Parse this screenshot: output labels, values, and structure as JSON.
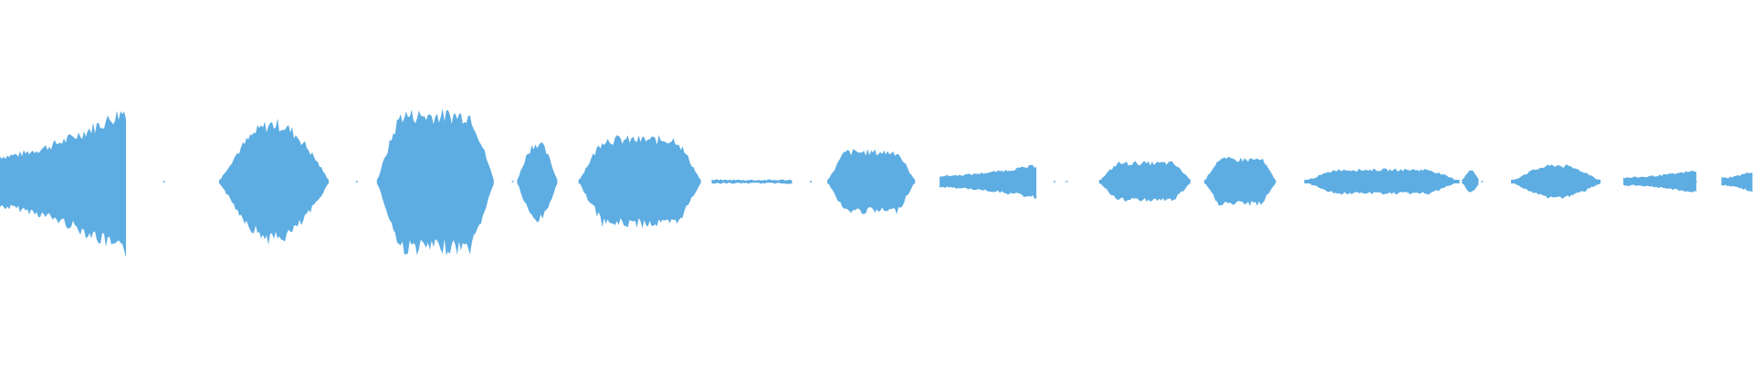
{
  "waveform": {
    "color": "#5dade2",
    "style": "mirrored amplitude envelope",
    "segments": [
      {
        "start": 0.0,
        "end": 0.072,
        "peak": 0.98,
        "shape": "rise"
      },
      {
        "start": 0.125,
        "end": 0.188,
        "peak": 0.78,
        "shape": "bell"
      },
      {
        "start": 0.215,
        "end": 0.282,
        "peak": 0.9,
        "shape": "plateau"
      },
      {
        "start": 0.295,
        "end": 0.318,
        "peak": 0.52,
        "shape": "bell"
      },
      {
        "start": 0.33,
        "end": 0.4,
        "peak": 0.57,
        "shape": "plateau"
      },
      {
        "start": 0.406,
        "end": 0.452,
        "peak": 0.02,
        "shape": "flat"
      },
      {
        "start": 0.472,
        "end": 0.522,
        "peak": 0.4,
        "shape": "plateau"
      },
      {
        "start": 0.536,
        "end": 0.592,
        "peak": 0.22,
        "shape": "rise"
      },
      {
        "start": 0.627,
        "end": 0.68,
        "peak": 0.25,
        "shape": "plateau"
      },
      {
        "start": 0.687,
        "end": 0.728,
        "peak": 0.3,
        "shape": "plateau"
      },
      {
        "start": 0.744,
        "end": 0.833,
        "peak": 0.16,
        "shape": "plateau"
      },
      {
        "start": 0.834,
        "end": 0.844,
        "peak": 0.15,
        "shape": "bell"
      },
      {
        "start": 0.862,
        "end": 0.914,
        "peak": 0.22,
        "shape": "bell"
      },
      {
        "start": 0.926,
        "end": 0.968,
        "peak": 0.15,
        "shape": "rise"
      },
      {
        "start": 0.982,
        "end": 1.0,
        "peak": 0.14,
        "shape": "rise"
      }
    ],
    "dots": [
      0.093,
      0.203,
      0.292,
      0.424,
      0.462,
      0.601,
      0.608,
      0.727,
      0.845,
      0.967
    ]
  }
}
